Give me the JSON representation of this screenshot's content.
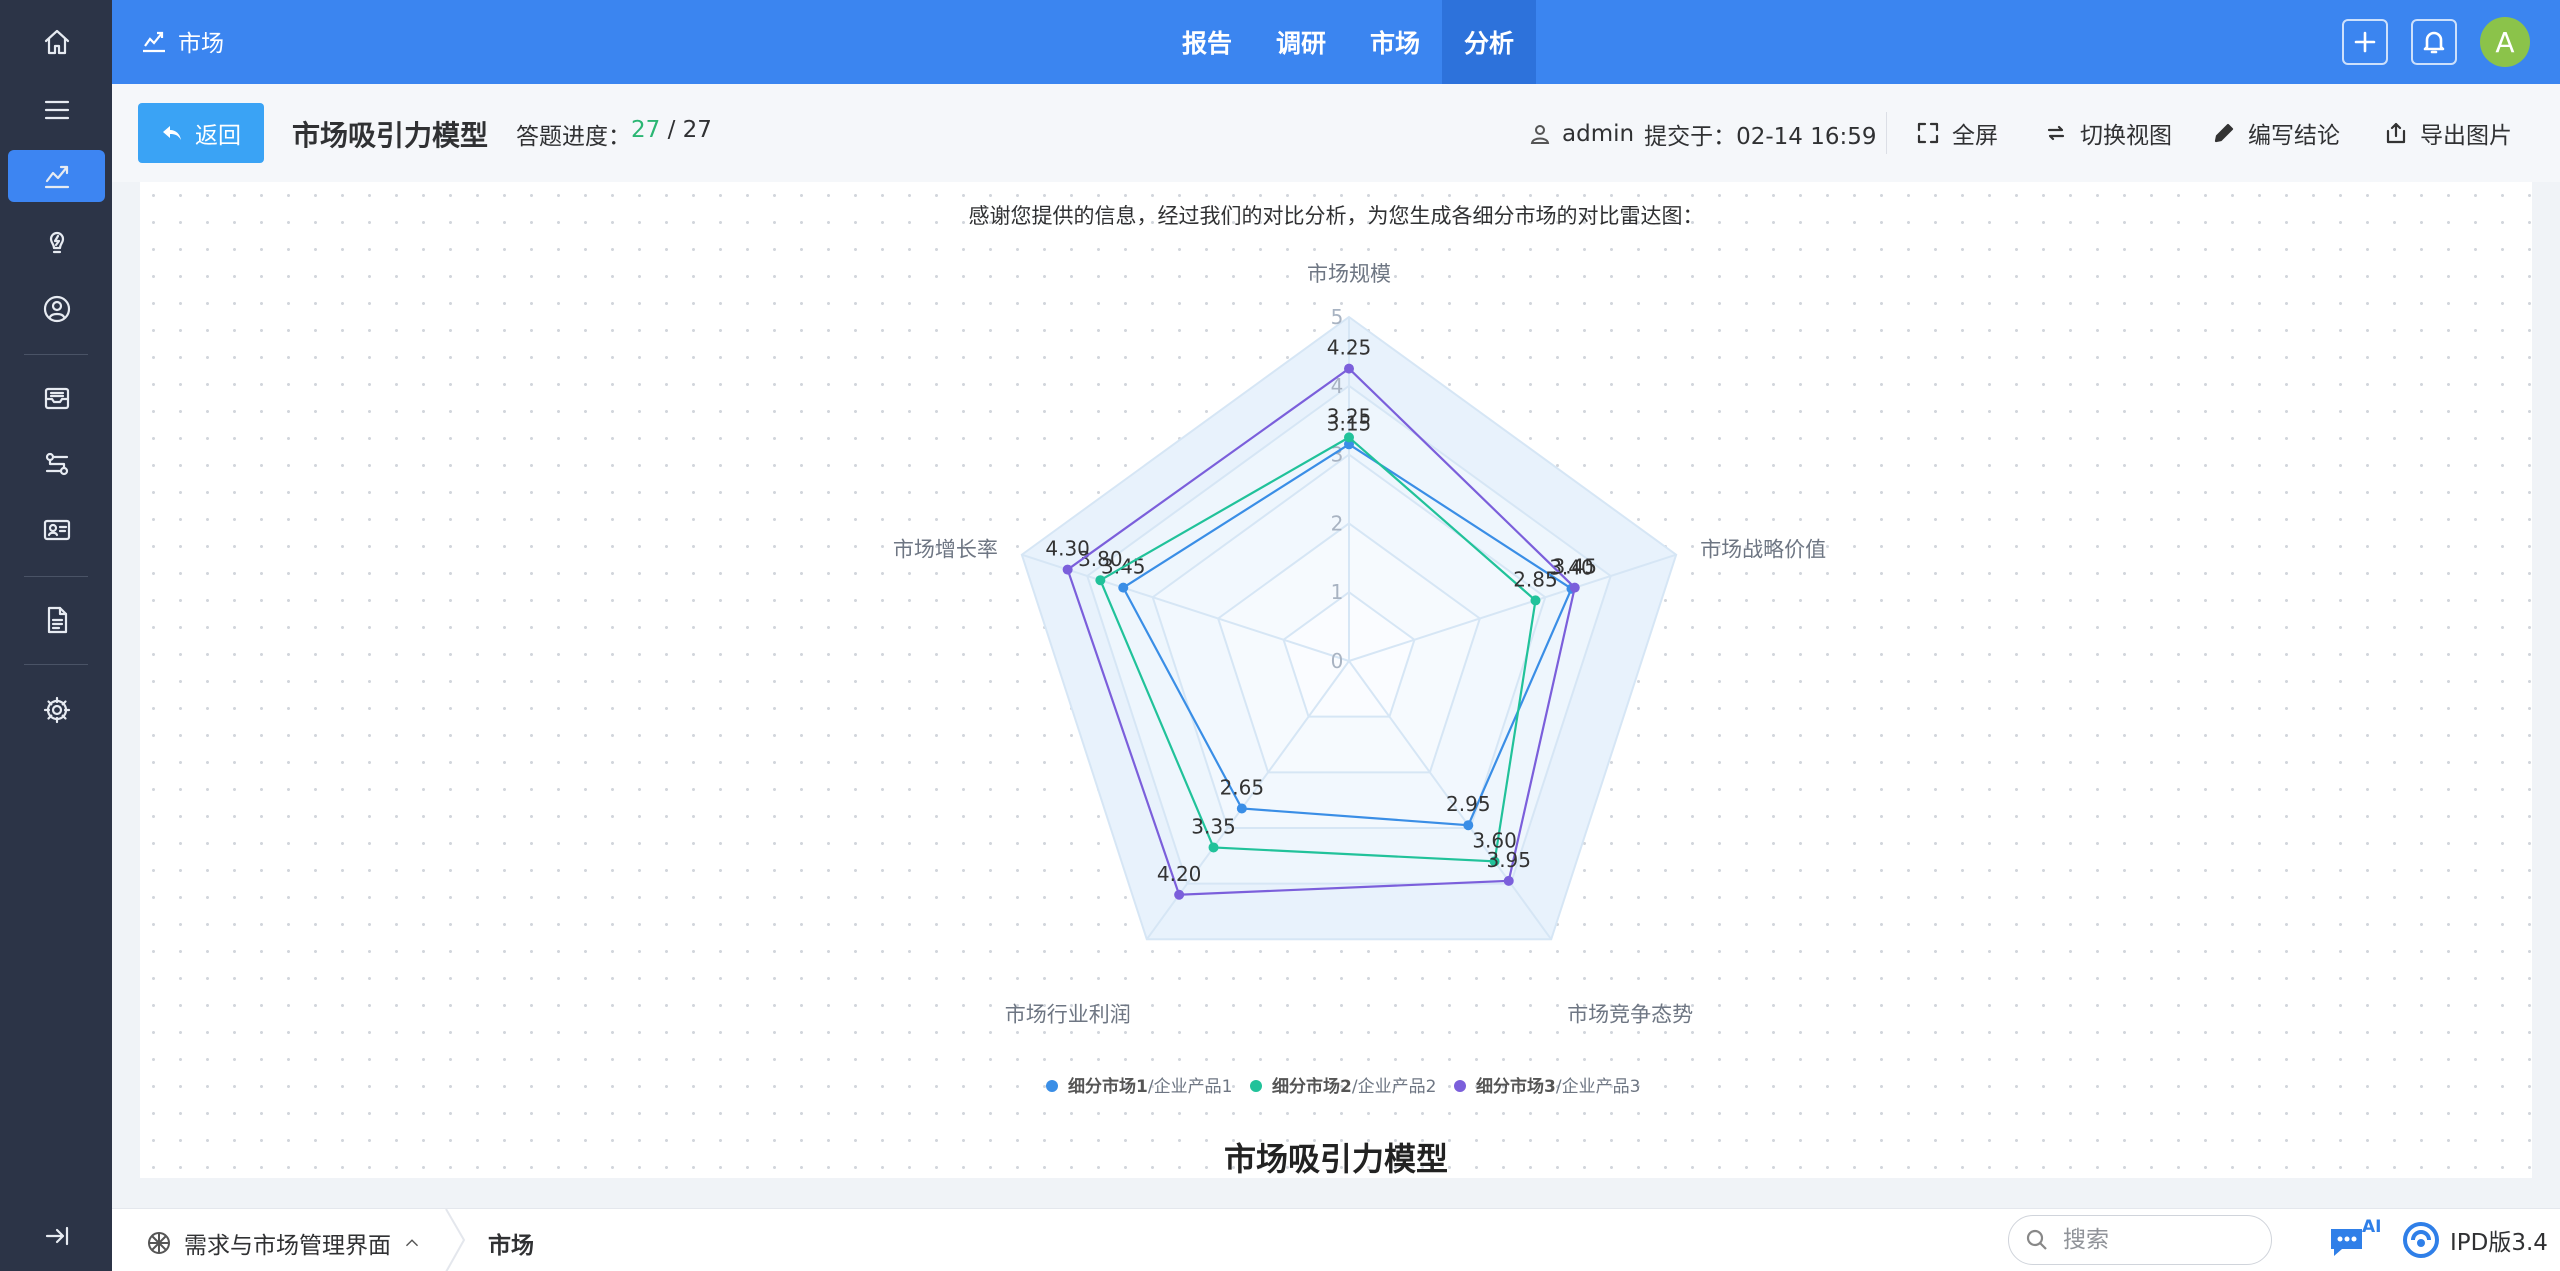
{
  "topbar": {
    "app_title": "市场",
    "nav_tabs": [
      "报告",
      "调研",
      "市场",
      "分析"
    ],
    "active_tab": "分析",
    "avatar_letter": "A"
  },
  "header": {
    "back_label": "返回",
    "page_title": "市场吸引力模型",
    "progress_label": "答题进度：",
    "progress_done": "27",
    "progress_sep": " / ",
    "progress_total": "27",
    "user": "admin",
    "submitted_label": "提交于：02-14 16:59",
    "actions": [
      "全屏",
      "切换视图",
      "编写结论",
      "导出图片"
    ]
  },
  "main": {
    "intro": "感谢您提供的信息，经过我们的对比分析，为您生成各细分市场的对比雷达图：",
    "bottom_title": "市场吸引力模型"
  },
  "chart_data": {
    "type": "radar",
    "indicators": [
      "市场规模",
      "市场战略价值",
      "市场竞争态势",
      "市场行业利润",
      "市场增长率"
    ],
    "max": 5,
    "ticks": [
      "0",
      "1",
      "2",
      "3",
      "4",
      "5"
    ],
    "series": [
      {
        "name_bold": "细分市场1",
        "name_rest": "/企业产品1",
        "color": "#3a8ee6",
        "values": [
          3.15,
          3.4,
          2.95,
          2.65,
          3.45
        ]
      },
      {
        "name_bold": "细分市场2",
        "name_rest": "/企业产品2",
        "color": "#21c29a",
        "values": [
          3.25,
          2.85,
          3.6,
          3.35,
          3.8
        ]
      },
      {
        "name_bold": "细分市场3",
        "name_rest": "/企业产品3",
        "color": "#7b5fdb",
        "values": [
          4.25,
          3.45,
          3.95,
          4.2,
          4.3
        ]
      }
    ],
    "legend_position": "bottom"
  },
  "footer": {
    "module": "需求与市场管理界面",
    "breadcrumb": "市场",
    "search_placeholder": "搜索",
    "ai_label": "AI",
    "version": "IPD版3.4"
  },
  "colors": {
    "topbar": "#3b85f0",
    "sidebar": "#2c3447",
    "accent": "#3aa3f5"
  }
}
